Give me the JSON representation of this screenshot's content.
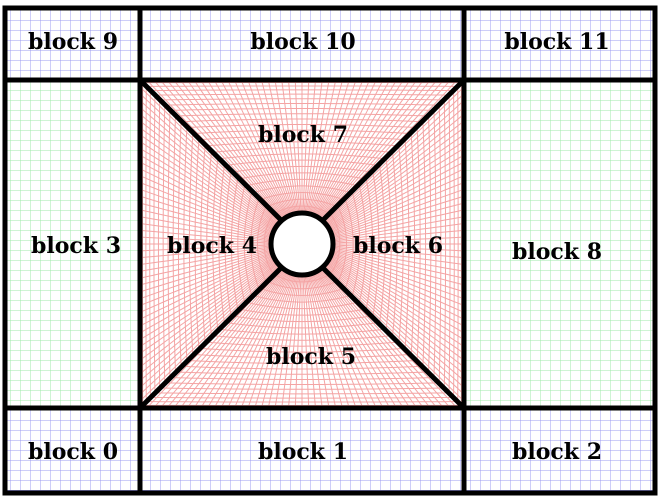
{
  "labels": {
    "block0": "block 0",
    "block1": "block 1",
    "block2": "block 2",
    "block3": "block 3",
    "block4": "block 4",
    "block5": "block 5",
    "block6": "block 6",
    "block7": "block 7",
    "block8": "block 8",
    "block9": "block 9",
    "block10": "block 10",
    "block11": "block 11"
  },
  "colors": {
    "blue_grid": "#9c9cf0",
    "green_grid": "#9fe8a8",
    "red_grid": "#f4a4a4",
    "border": "#000000"
  }
}
